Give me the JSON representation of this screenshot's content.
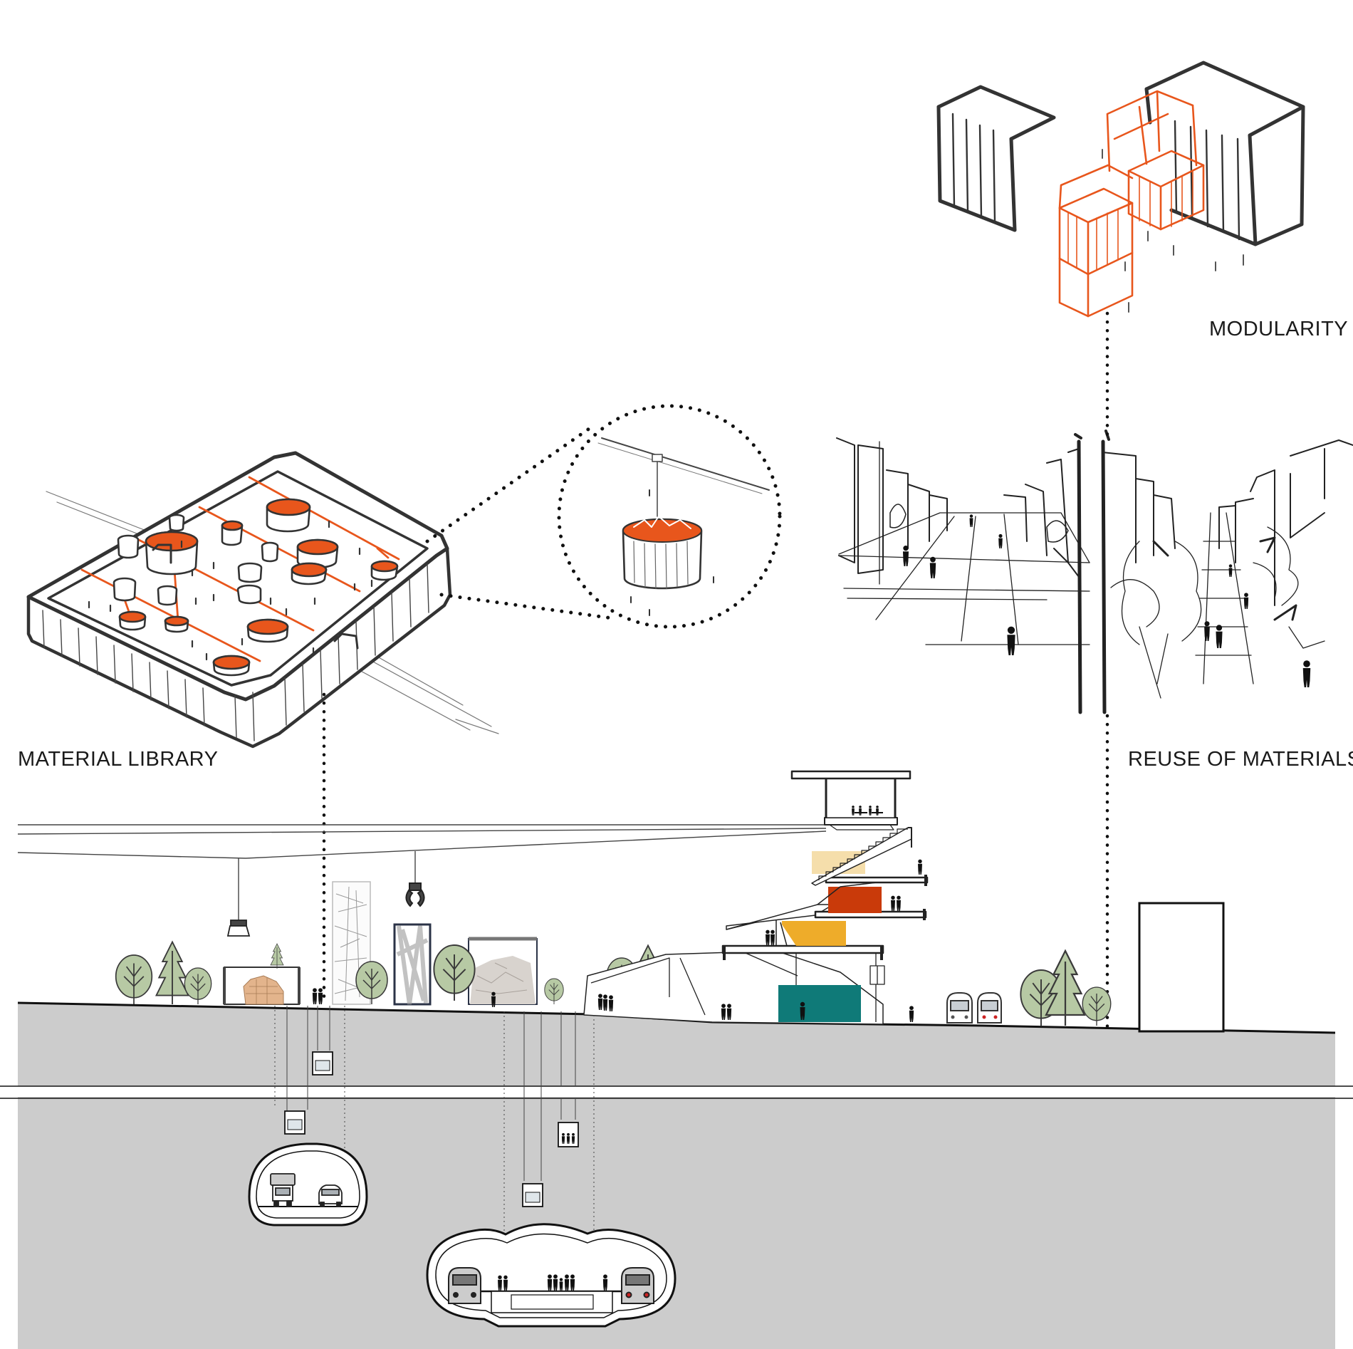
{
  "labels": {
    "modularity": "MODULARITY",
    "material_library": "MATERIAL LIBRARY",
    "reuse_of_materials": "REUSE OF MATERIALS"
  },
  "colors": {
    "sketch_orange": "#e8561c",
    "ground_gray": "#cccccc",
    "tree_green": "#b7c9a4",
    "tree_outline": "#3a3a3a",
    "block_teal": "#0f7a78",
    "block_red": "#c93a0a",
    "block_yellow": "#eeac2a",
    "block_pale_yellow": "#f5deab",
    "signal_red": "#cc2222"
  },
  "icons": [
    "container-module-icon",
    "storage-dome-icon",
    "crane-hook-icon",
    "tree-icon",
    "person-icon",
    "elevator-icon",
    "truck-icon",
    "car-icon",
    "train-icon",
    "tram-icon"
  ]
}
